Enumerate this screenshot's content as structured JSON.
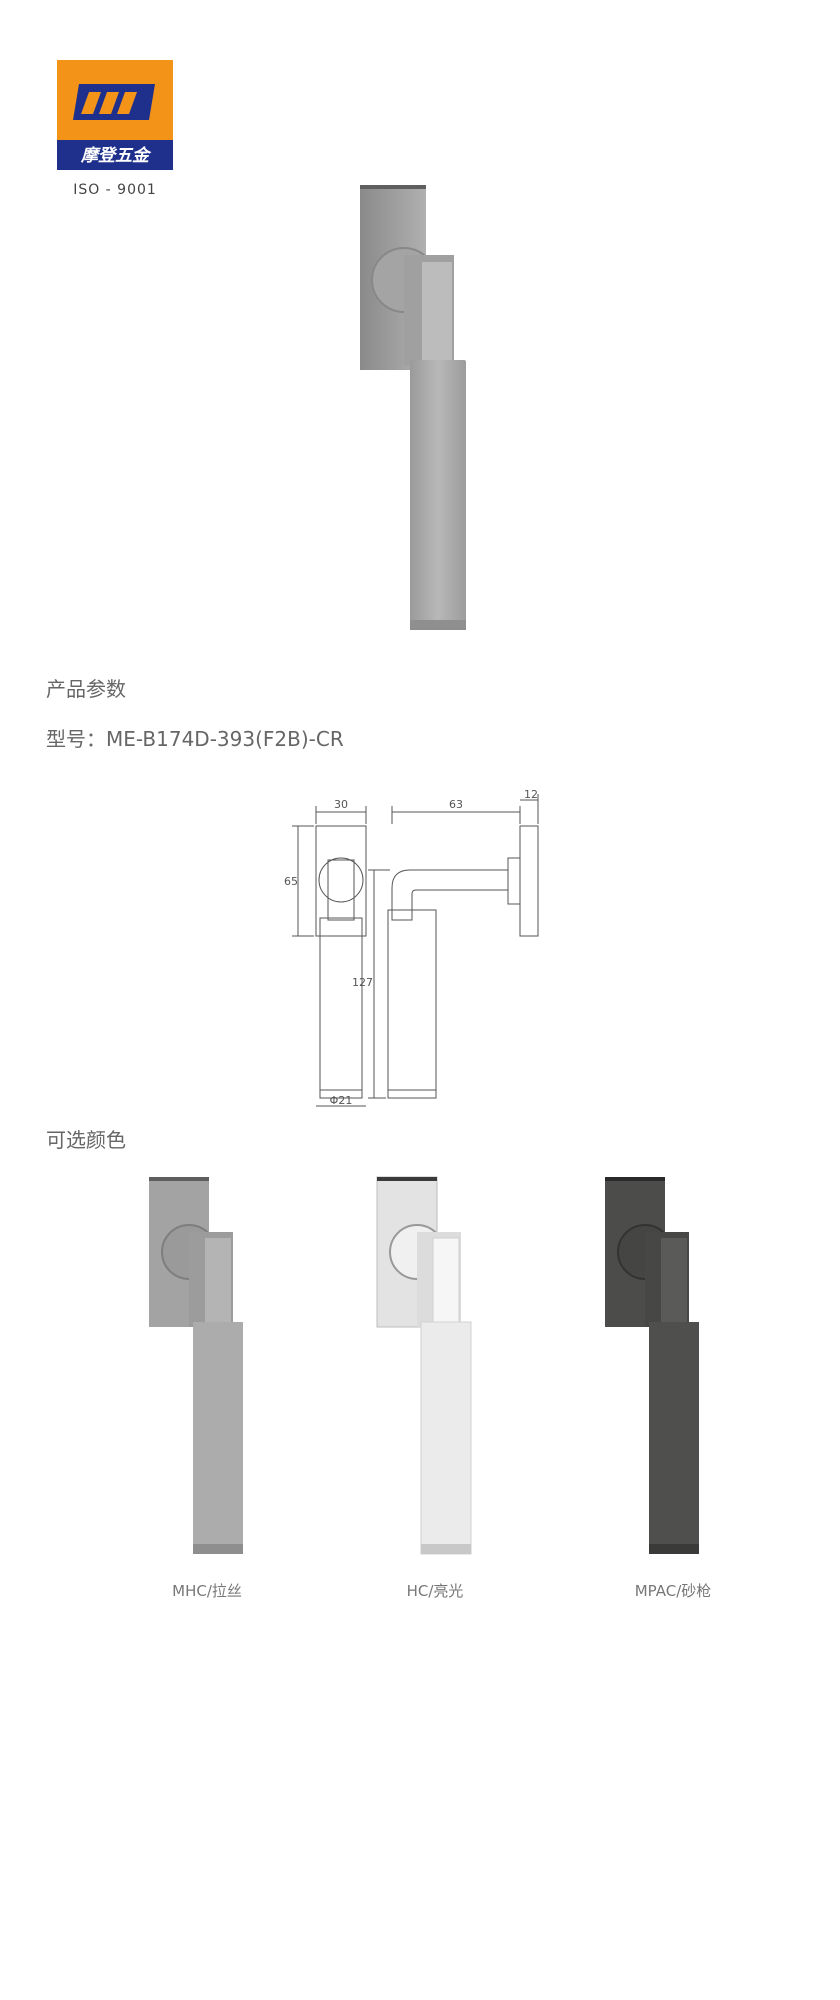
{
  "logo": {
    "text": "摩登五金",
    "iso": "ISO - 9001",
    "colors": {
      "orange": "#F39318",
      "navy": "#1F2F8C"
    }
  },
  "sections": {
    "params_title": "产品参数",
    "model_label": "型号：",
    "model_value": "ME-B174D-393(F2B)-CR",
    "colors_title": "可选颜色"
  },
  "drawing": {
    "dims": {
      "width_30": "30",
      "height_65": "65",
      "depth_63": "63",
      "plate_12": "12",
      "length_127": "127",
      "dia_21": "Φ21"
    }
  },
  "variants": [
    {
      "label": "MHC/拉丝",
      "color": "#a7a7a7"
    },
    {
      "label": "HC/亮光",
      "color": "#e8e8e8"
    },
    {
      "label": "MPAC/砂枪",
      "color": "#505050"
    }
  ]
}
